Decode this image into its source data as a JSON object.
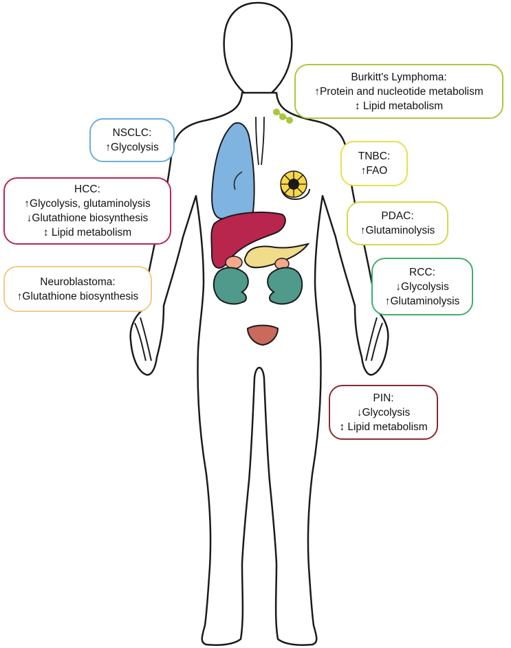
{
  "colors": {
    "outline": "#1a1a1a",
    "lung": "#7fb3e0",
    "liver": "#b8264e",
    "pancreas": "#f0dc8a",
    "kidney": "#4f9a8a",
    "adrenal": "#f3a98a",
    "prostate": "#c96a5c",
    "breast": "#f7d64a",
    "lymph": "#a9c83a"
  },
  "labels": {
    "burkitt": {
      "title": "Burkitt's Lymphoma:",
      "lines": [
        "↑Protein and nucleotide metabolism",
        "↕ Lipid metabolism"
      ],
      "border": "#a9c83a"
    },
    "nsclc": {
      "title": "NSCLC:",
      "lines": [
        "↑Glycolysis"
      ],
      "border": "#6aaee0"
    },
    "tnbc": {
      "title": "TNBC:",
      "lines": [
        "↑FAO"
      ],
      "border": "#e8e04a"
    },
    "hcc": {
      "title": "HCC:",
      "lines": [
        "↑Glycolysis, glutaminolysis",
        "↓Glutathione biosynthesis",
        "↕ Lipid metabolism"
      ],
      "border": "#b8264e"
    },
    "pdac": {
      "title": "PDAC:",
      "lines": [
        "↑Glutaminolysis"
      ],
      "border": "#d7d84a"
    },
    "neuroblastoma": {
      "title": "Neuroblastoma:",
      "lines": [
        "↑Glutathione biosynthesis"
      ],
      "border": "#f3c98a"
    },
    "rcc": {
      "title": "RCC:",
      "lines": [
        "↓Glycolysis",
        "↑Glutaminolysis"
      ],
      "border": "#3fae6a"
    },
    "pin": {
      "title": "PIN:",
      "lines": [
        "↓Glycolysis",
        "↕ Lipid metabolism"
      ],
      "border": "#8a2830"
    }
  }
}
